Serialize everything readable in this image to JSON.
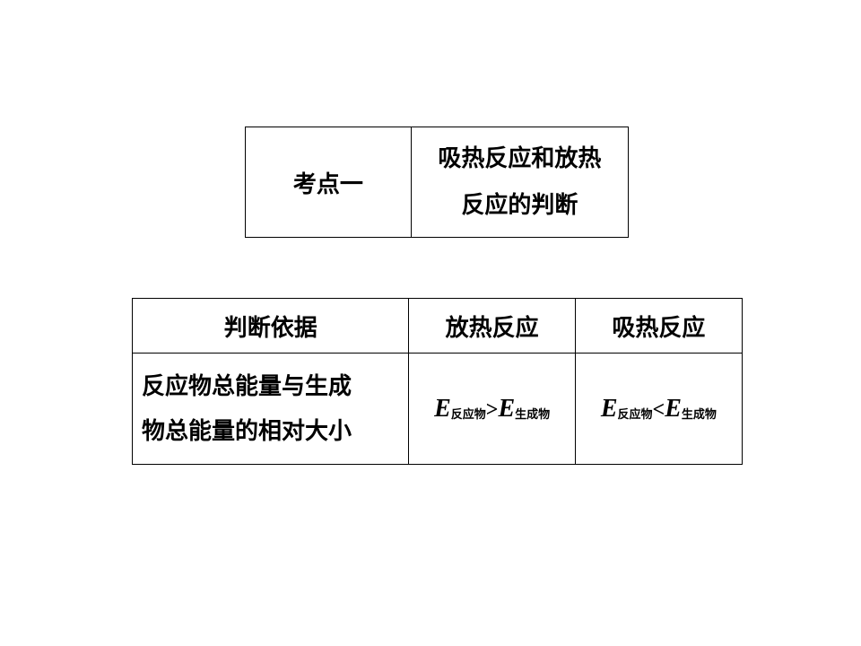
{
  "topic": {
    "label": "考点一",
    "title_line1": "吸热反应和放热",
    "title_line2": "反应的判断"
  },
  "comparison": {
    "headers": [
      "判断依据",
      "放热反应",
      "吸热反应"
    ],
    "basis_line1": "反应物总能量与生成",
    "basis_line2": "物总能量的相对大小",
    "exothermic": {
      "var1": "E",
      "sub1": "反应物",
      "op": ">",
      "var2": "E",
      "sub2": "生成物"
    },
    "endothermic": {
      "var1": "E",
      "sub1": "反应物",
      "op": "<",
      "var2": "E",
      "sub2": "生成物"
    }
  }
}
